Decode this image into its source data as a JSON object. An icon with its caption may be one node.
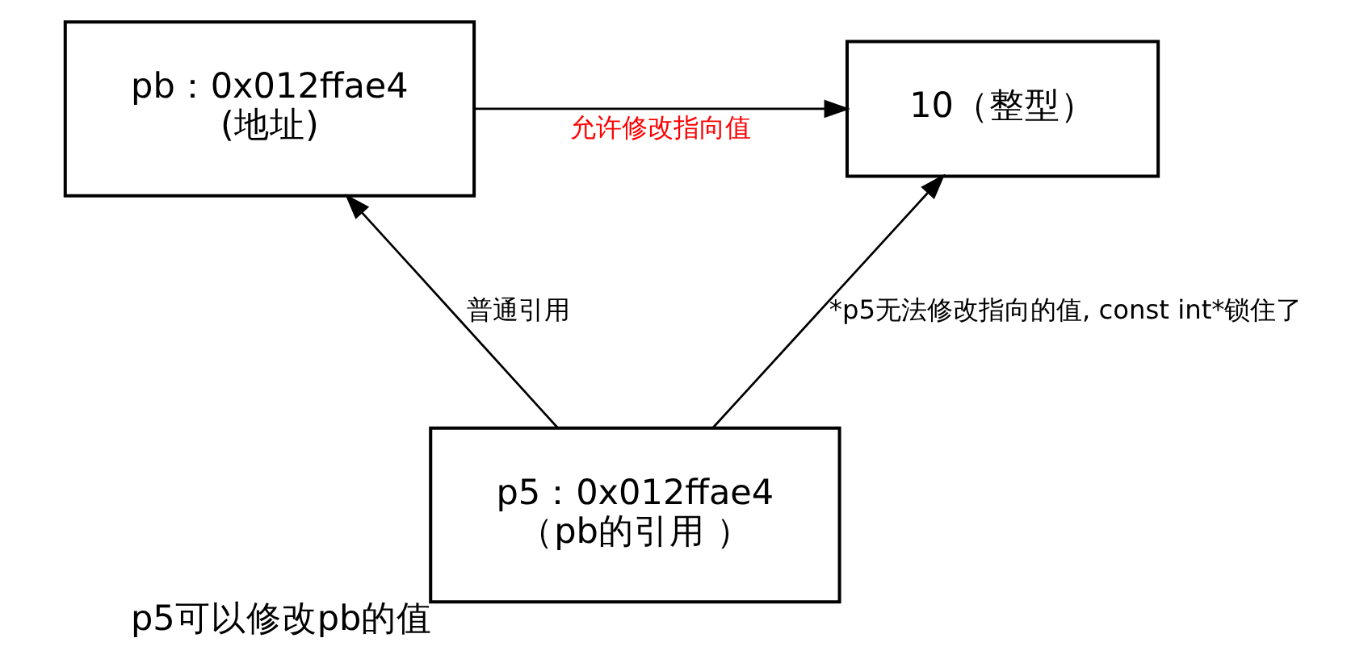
{
  "diagram": {
    "nodes": [
      {
        "text": [
          "pb：0x012ffae4",
          "(地址)"
        ]
      },
      {
        "text": [
          "10（整型）"
        ]
      },
      {
        "text": [
          "p5：0x012ffae4",
          "（pb的引用 ）"
        ],
        "beside": [
          "p5可以修改pb的值"
        ]
      }
    ],
    "edges": [
      {
        "from": 0,
        "to": 1,
        "arrow": "to",
        "label": "允许修改指向值"
      },
      {
        "from": 2,
        "to": 0,
        "arrow": "to",
        "label": "普通引用"
      },
      {
        "from": 2,
        "to": 1,
        "arrow": "to",
        "label": "*p5无法修改指向的值, const int*锁住了"
      }
    ]
  }
}
